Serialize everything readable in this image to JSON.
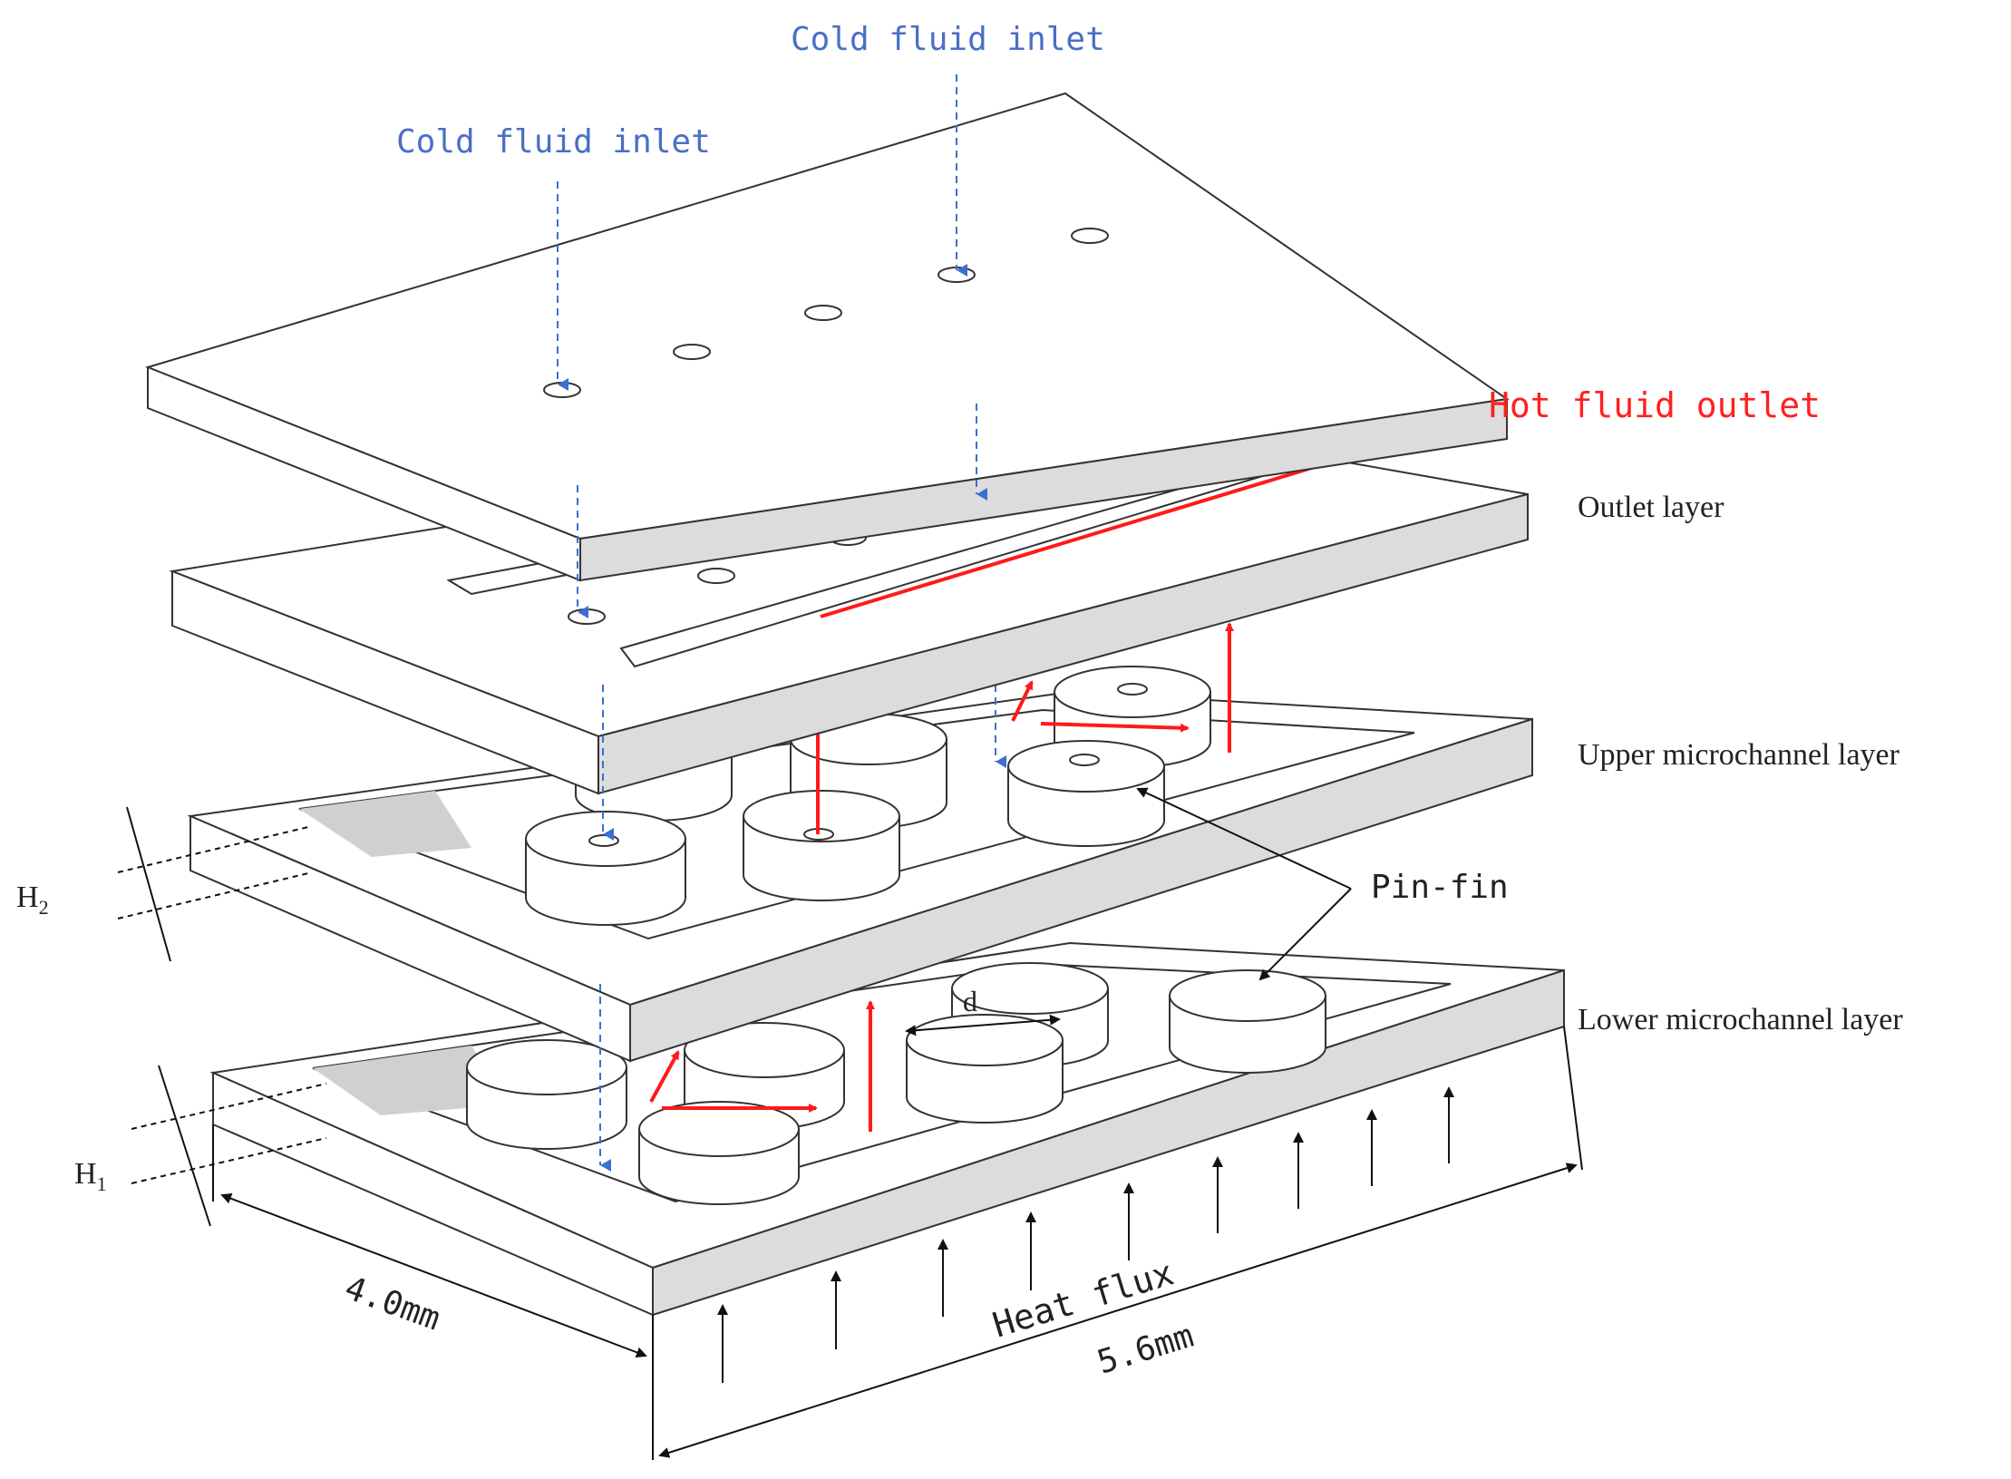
{
  "labels": {
    "cold_inlet_top": "Cold fluid inlet",
    "cold_inlet_left": "Cold fluid inlet",
    "hot_outlet": "Hot fluid outlet",
    "outlet_layer": "Outlet layer",
    "upper_layer": "Upper microchannel layer",
    "lower_layer": "Lower microchannel layer",
    "pin_fin": "Pin-fin",
    "heat_flux": "Heat flux",
    "d": "d",
    "h2": "H",
    "h2_sub": "2",
    "h1": "H",
    "h1_sub": "1",
    "dim_width": "4.0mm",
    "dim_length": "5.6mm"
  },
  "colors": {
    "cold_flow": "#3b6fd4",
    "hot_flow": "#ff1a1a",
    "outline": "#333333",
    "side_face": "#dcdcdc"
  }
}
